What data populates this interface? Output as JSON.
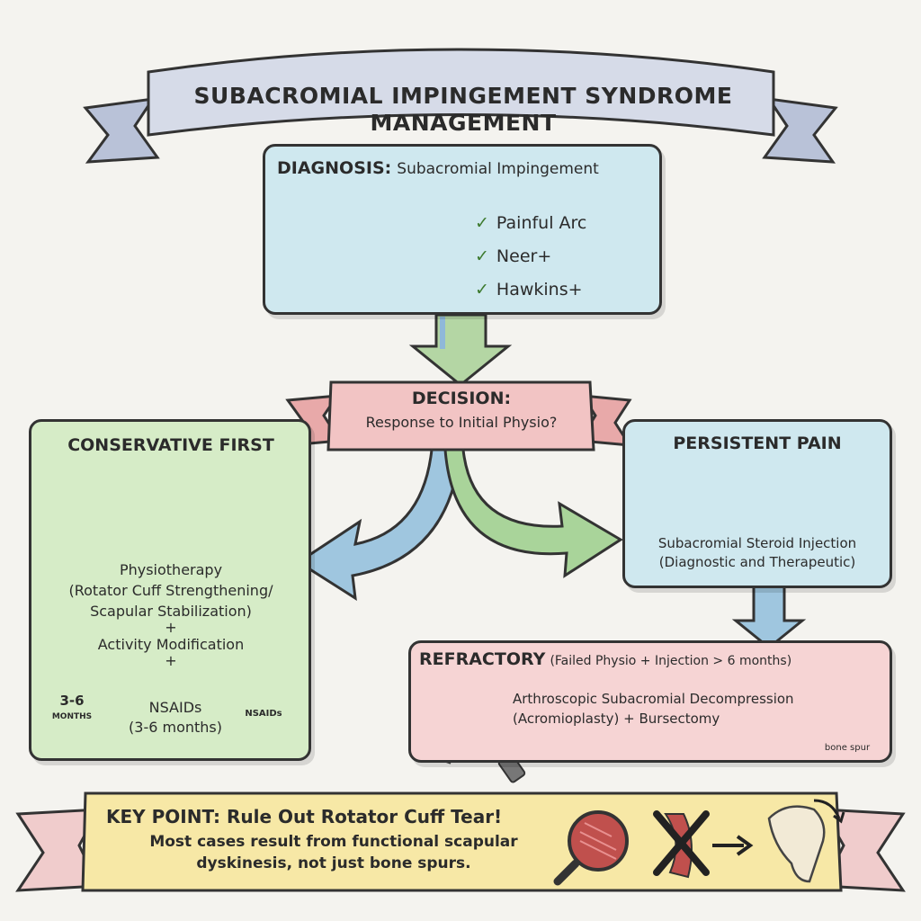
{
  "title": "SUBACROMIAL IMPINGEMENT SYNDROME MANAGEMENT",
  "diagnosis": {
    "heading": "DIAGNOSIS:",
    "subheading": "Subacromial Impingement",
    "signs": [
      "Painful Arc",
      "Neer+",
      "Hawkins+"
    ],
    "illustration_icon": "shoulder-joint-pain-icon"
  },
  "decision": {
    "line1": "DECISION:",
    "line2": "Response to Initial Physio?"
  },
  "conservative": {
    "heading": "CONSERVATIVE FIRST",
    "lines": [
      "Physiotherapy",
      "(Rotator Cuff Strengthening/",
      "Scapular Stabilization)",
      "+",
      "Activity Modification",
      "+",
      "NSAIDs",
      "(3-6 months)"
    ],
    "clock_label_top": "3-6",
    "clock_label_bottom": "MONTHS",
    "pill_bottle_label": "NSAIDs",
    "icons": [
      "resistance-band-icon",
      "back-muscles-icon",
      "clock-icon",
      "pill-bottle-icon"
    ]
  },
  "persistent": {
    "heading": "PERSISTENT PAIN",
    "line1": "Subacromial Steroid Injection",
    "line2": "(Diagnostic and Therapeutic)",
    "icons": [
      "syringe-icon",
      "shoulder-icon"
    ]
  },
  "refractory": {
    "heading": "REFRACTORY",
    "criteria": "(Failed Physio + Injection > 6 months)",
    "line1": "Arthroscopic Subacromial Decompression",
    "line2": "(Acromioplasty) + Bursectomy",
    "bone_spur_label": "bone spur",
    "icons": [
      "arthroscope-icon",
      "bone-spur-icon"
    ]
  },
  "key_point": {
    "line1": "KEY POINT: Rule Out Rotator Cuff Tear!",
    "line2": "Most cases result from functional scapular",
    "line3": "dyskinesis, not just bone spurs.",
    "icons": [
      "magnifier-muscle-icon",
      "crossed-muscle-icon",
      "arrow-right-icon",
      "scapula-icon"
    ]
  },
  "colors": {
    "background": "#f4f3ef",
    "title_ribbon": "#d6dbe8",
    "diagnosis_box": "#cfe8ef",
    "decision_ribbon": "#f2c4c4",
    "conservative_box": "#d6ecc7",
    "persistent_box": "#cfe8ef",
    "refractory_box": "#f6d4d4",
    "key_point_ribbon": "#f7e8a6",
    "arrow_blue": "#8fb8d9",
    "arrow_green": "#a9d49a"
  }
}
